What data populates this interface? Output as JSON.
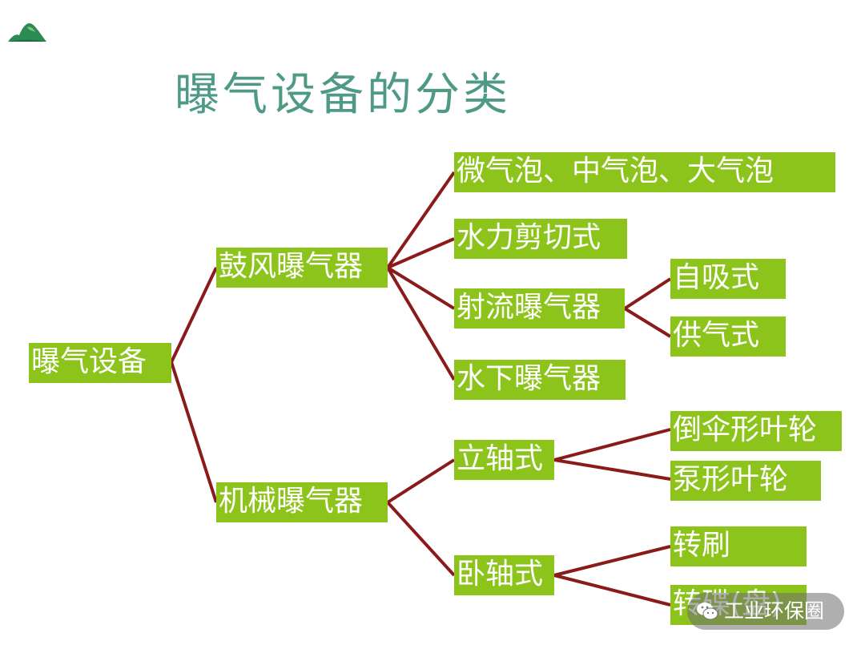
{
  "title": "曝气设备的分类",
  "colors": {
    "node_fill": "#8dc41c",
    "node_text": "#ffffff",
    "connector": "#8b1a1a",
    "title": "#4f9a86",
    "logo_mountain": "#2e8a54"
  },
  "icons": {
    "logo": "mountain-logo-icon",
    "watermark": "wechat-icon"
  },
  "tree": {
    "root": "曝气设备",
    "branches": [
      {
        "label": "鼓风曝气器",
        "children": [
          {
            "label": "微气泡、中气泡、大气泡"
          },
          {
            "label": "水力剪切式"
          },
          {
            "label": "射流曝气器",
            "children": [
              {
                "label": "自吸式"
              },
              {
                "label": "供气式"
              }
            ]
          },
          {
            "label": "水下曝气器"
          }
        ]
      },
      {
        "label": "机械曝气器",
        "children": [
          {
            "label": "立轴式",
            "children": [
              {
                "label": "倒伞形叶轮"
              },
              {
                "label": "泵形叶轮"
              }
            ]
          },
          {
            "label": "卧轴式",
            "children": [
              {
                "label": "转刷"
              },
              {
                "label": "转碟(盘)"
              }
            ]
          }
        ]
      }
    ]
  },
  "watermark": {
    "text": "工业环保圈"
  }
}
